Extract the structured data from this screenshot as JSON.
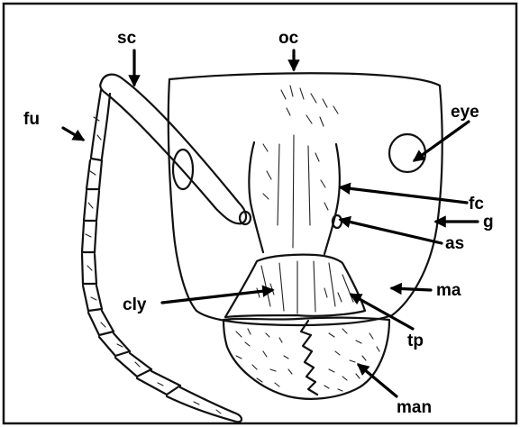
{
  "figure": {
    "labels": {
      "sc": "sc",
      "oc": "oc",
      "fu": "fu",
      "eye": "eye",
      "fc": "fc",
      "g": "g",
      "as": "as",
      "ma": "ma",
      "cly": "cly",
      "tp": "tp",
      "man": "man"
    }
  }
}
